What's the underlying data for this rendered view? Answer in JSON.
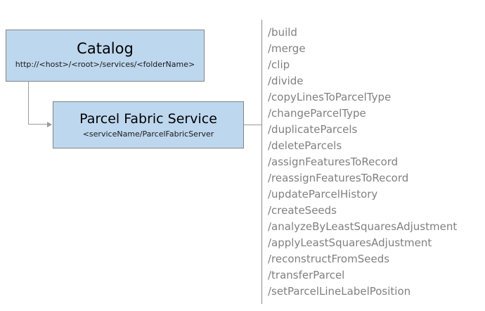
{
  "diagram": {
    "catalog": {
      "title": "Catalog",
      "subtitle": "http://<host>/<root>/services/<folderName>"
    },
    "service": {
      "title": "Parcel Fabric Service",
      "subtitle": "<serviceName/ParcelFabricServer"
    },
    "colors": {
      "box_fill": "#bdd7ee",
      "box_border": "#848484",
      "connector_line": "#9b9b9b",
      "divider_line": "#8a8a8a",
      "endpoint_text": "#808080"
    },
    "endpoints": [
      "/build",
      "/merge",
      "/clip",
      "/divide",
      "/copyLinesToParcelType",
      "/changeParcelType",
      "/duplicateParcels",
      "/deleteParcels",
      "/assignFeaturesToRecord",
      "/reassignFeaturesToRecord",
      "/updateParcelHistory",
      "/createSeeds",
      "/analyzeByLeastSquaresAdjustment",
      "/applyLeastSquaresAdjustment",
      "/reconstructFromSeeds",
      "/transferParcel",
      "/setParcelLineLabelPosition"
    ]
  }
}
